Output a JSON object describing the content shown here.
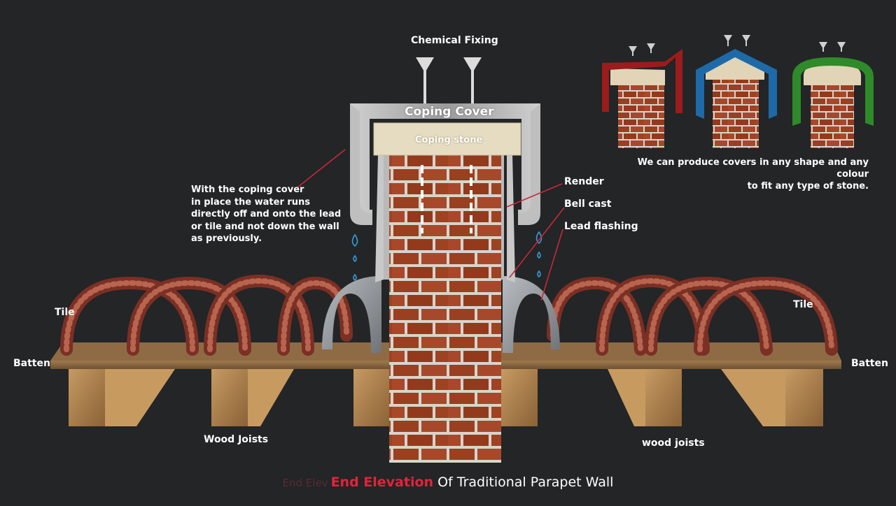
{
  "labels": {
    "chemical_fixing": "Chemical Fixing",
    "coping_cover": "Coping Cover",
    "coping_stone": "Coping stone",
    "render": "Render",
    "bell_cast": "Bell cast",
    "lead_flashing": "Lead flashing",
    "tile_left": "Tile",
    "tile_right": "Tile",
    "batten_left": "Batten",
    "batten_right": "Batten",
    "wood_joists_left": "Wood Joists",
    "wood_joists_right": "wood joists"
  },
  "notes": {
    "water_runs": "With the coping cover\nin place the water runs\ndirectly off and onto the lead\nor tile and not down the wall\nas previously.",
    "shapes_colours": "We can produce covers in any shape and any colour\nto fit any type of stone."
  },
  "caption": {
    "ghost": "End Elev",
    "highlight": "End Elevation",
    "rest": " Of Traditional Parapet Wall"
  },
  "colors": {
    "background": "#232527",
    "cover_red": "#9b1c1c",
    "cover_blue": "#1e6aa8",
    "cover_green": "#2f8a2a",
    "brick": "#9a3f1f",
    "mortar": "#d8d4cc",
    "leader_line": "#c8283a"
  }
}
